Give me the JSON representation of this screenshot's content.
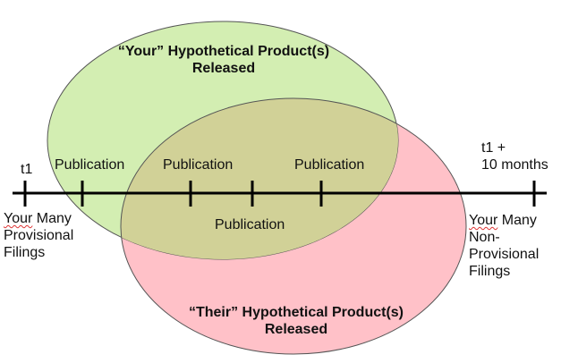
{
  "ellipses": {
    "yours": {
      "line1": "“Your” Hypothetical Product(s)",
      "line2": "Released",
      "color": "#d3eeb2"
    },
    "theirs": {
      "line1": "“Their” Hypothetical Product(s)",
      "line2": "Released",
      "color": "#ffc1c8"
    },
    "overlap_color": "#d1d197"
  },
  "timeline": {
    "start_label": "t1",
    "end_label_line1": "t1 +",
    "end_label_line2": "10 months",
    "publications": [
      "Publication",
      "Publication",
      "Publication",
      "Publication"
    ],
    "left_note": {
      "word1": "Your",
      "rest1": " Many",
      "line2": "Provisional",
      "line3": "Filings"
    },
    "right_note": {
      "word1": "Your",
      "rest1": " Many",
      "line2": "Non-",
      "line3": "Provisional",
      "line4": "Filings"
    }
  }
}
